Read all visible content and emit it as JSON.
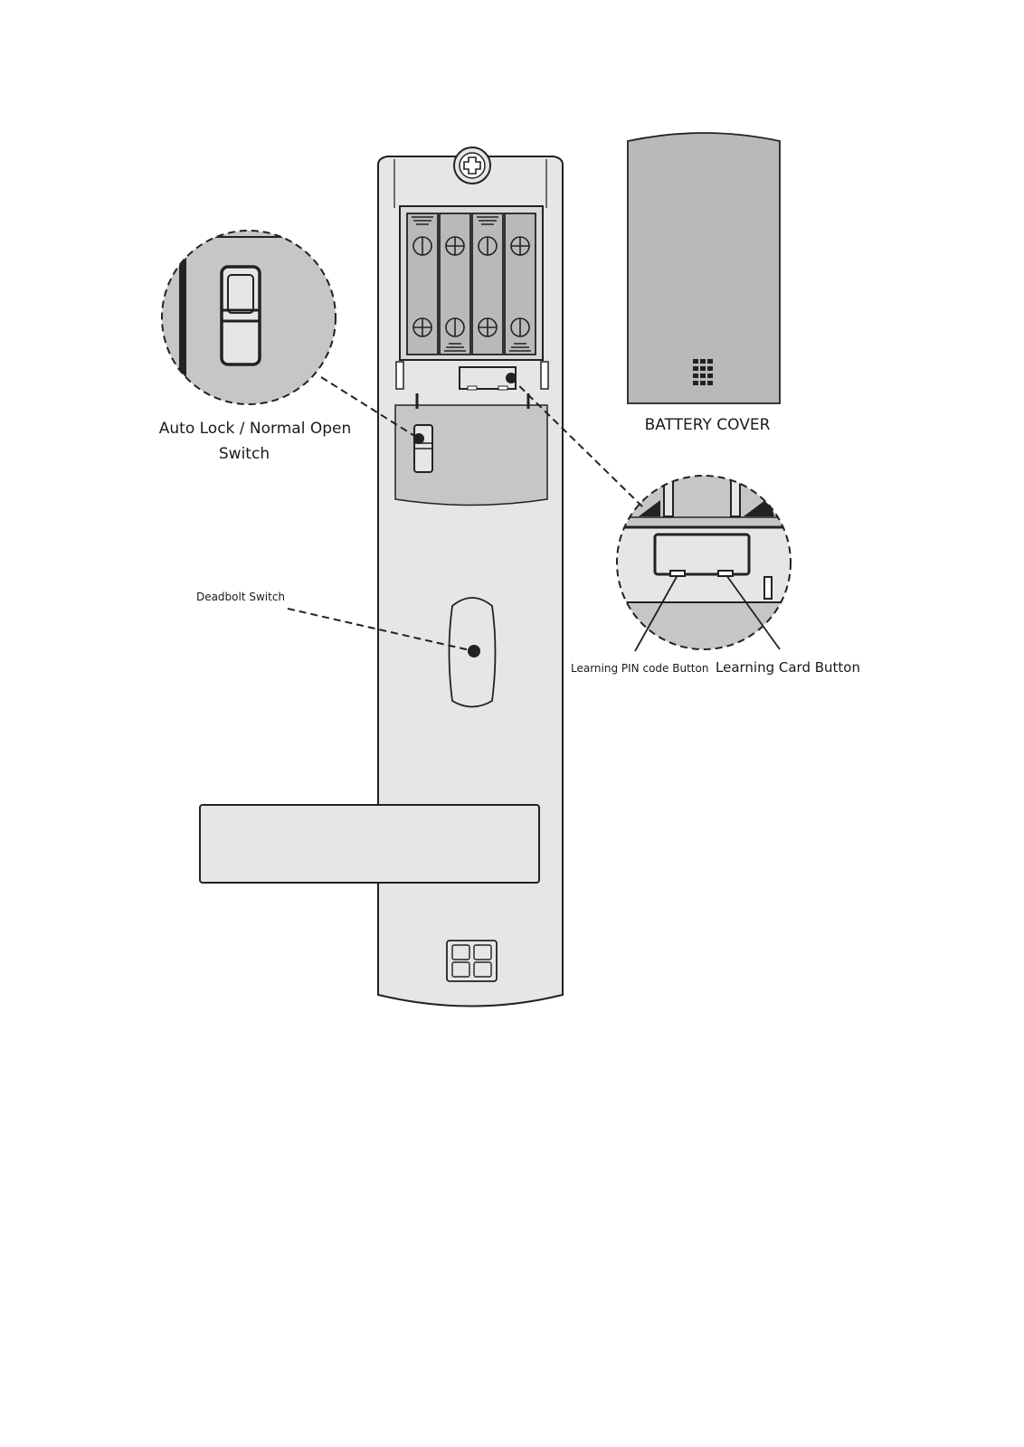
{
  "labels": {
    "auto_lock_line1": "Auto Lock / Normal Open",
    "auto_lock_line2": "Switch",
    "battery_cover": "BATTERY COVER",
    "deadbolt_switch": "Deadbolt Switch",
    "learning_pin": "Learning PIN code Button",
    "learning_card": "Learning Card Button"
  },
  "icons": {
    "plus_terminal": "⊕",
    "minus_terminal": "⦶",
    "screw": "phillips-screw",
    "keypad": "keypad-grid"
  },
  "colors": {
    "body_light": "#e6e6e6",
    "body_mid": "#c6c6c6",
    "battery_gray": "#b9b9b9",
    "outline": "#222222"
  }
}
